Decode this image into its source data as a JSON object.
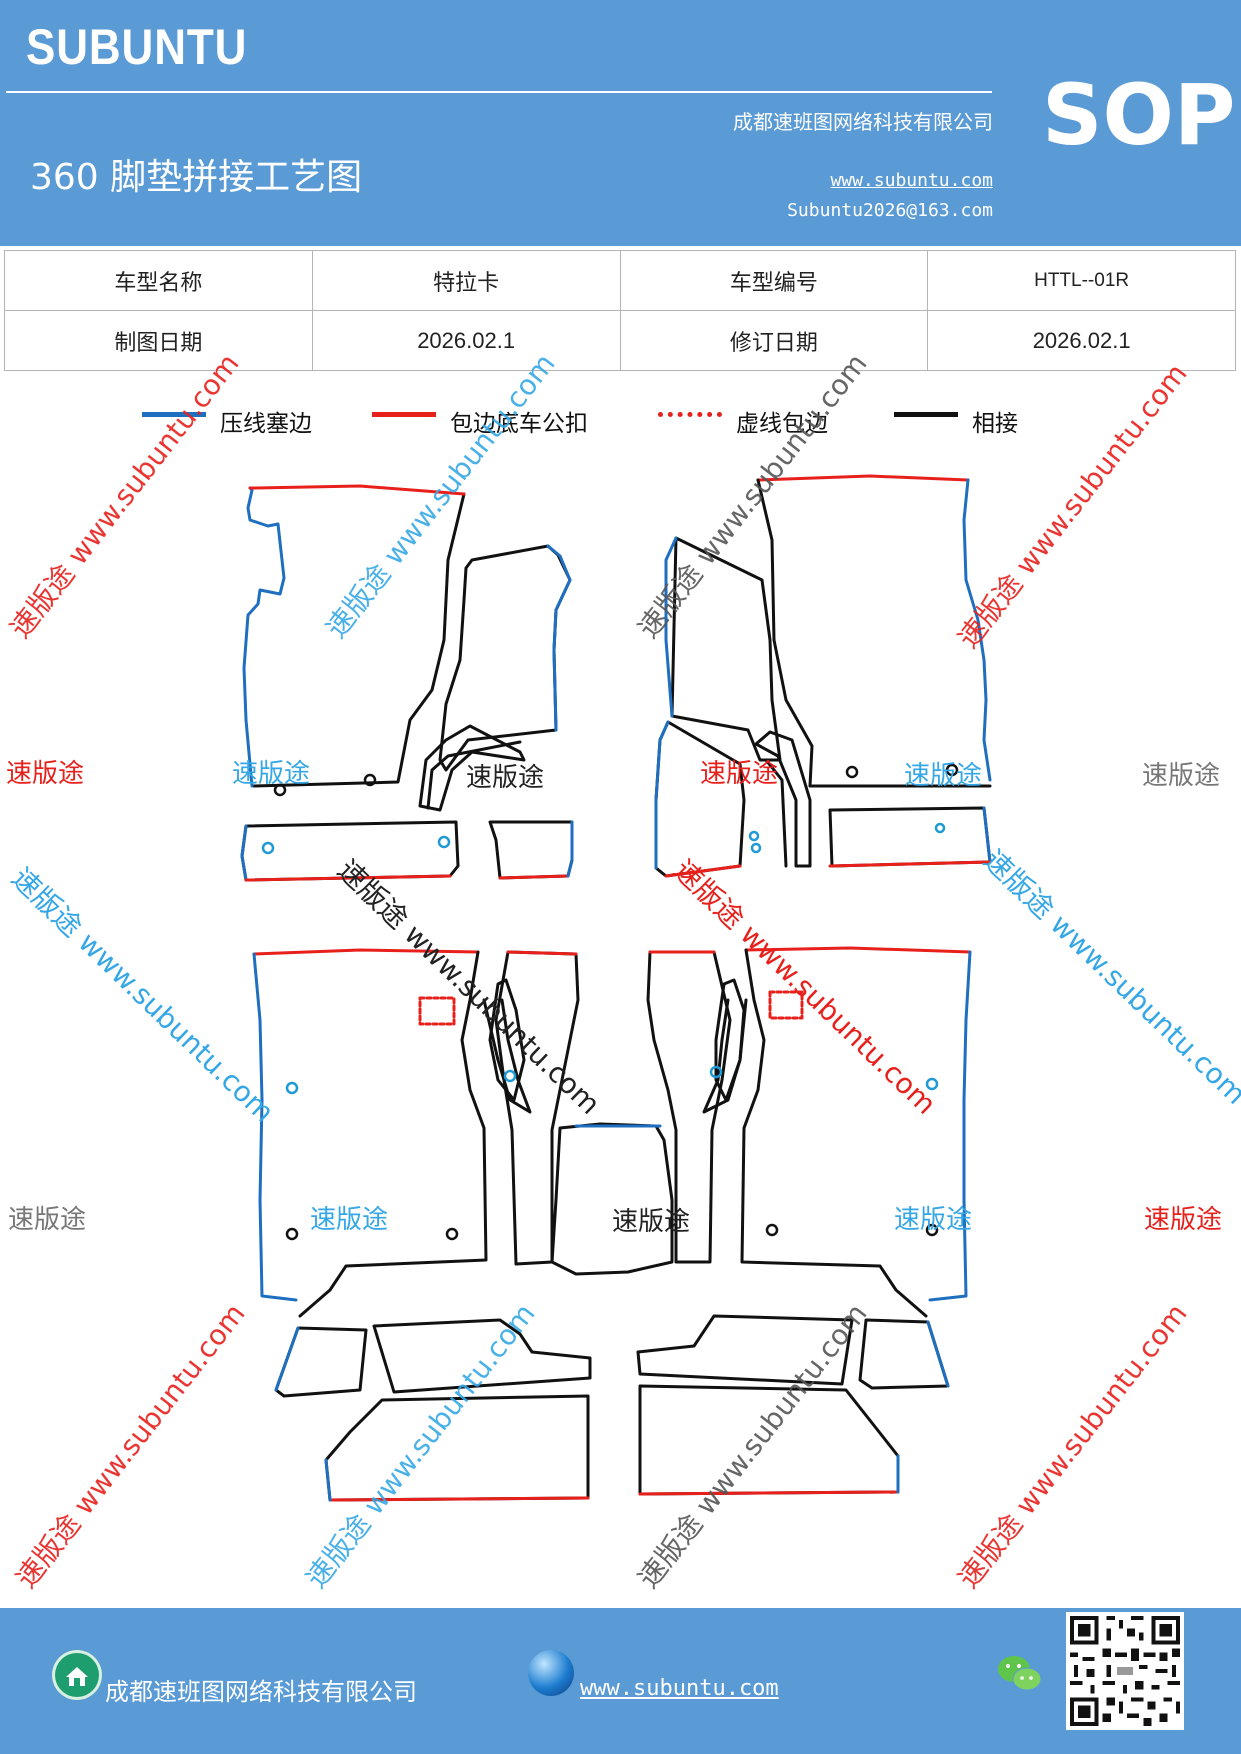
{
  "header": {
    "brand": "SUBUNTU",
    "title": "360 脚垫拼接工艺图",
    "company": "成都速班图网络科技有限公司",
    "website": "www.subuntu.com",
    "email": "Subuntu2026@163.com",
    "doc_type": "SOP"
  },
  "info_table": {
    "rows": [
      [
        "车型名称",
        "特拉卡",
        "车型编号",
        "HTTL--01R"
      ],
      [
        "制图日期",
        "2026.02.1",
        "修订日期",
        "2026.02.1"
      ]
    ]
  },
  "legend": [
    {
      "label": "压线塞边",
      "style": "solid",
      "color": "#1f6fc1"
    },
    {
      "label": "包边底车公扣",
      "style": "solid",
      "color": "#e8201c"
    },
    {
      "label": "虚线包边",
      "style": "dotted",
      "color": "#e8201c"
    },
    {
      "label": "相接",
      "style": "solid",
      "color": "#111111"
    }
  ],
  "watermarks": {
    "brand_text": "速版途",
    "diagonal_text": "速版途 www.subuntu.com",
    "url_text": "www.subuntu.com",
    "colors": {
      "red": "#e8201c",
      "blue": "#35a7e6",
      "gray": "#777777",
      "black": "#222222"
    }
  },
  "footer": {
    "company": "成都速班图网络科技有限公司",
    "website": "www.subuntu.com",
    "icons": [
      "home-icon",
      "globe-icon",
      "wechat-icon",
      "qr-code"
    ]
  },
  "colors": {
    "header_bg": "#5b9bd5",
    "press_line": "#1f6fc1",
    "edge_line": "#e8201c",
    "join_line": "#111111"
  }
}
